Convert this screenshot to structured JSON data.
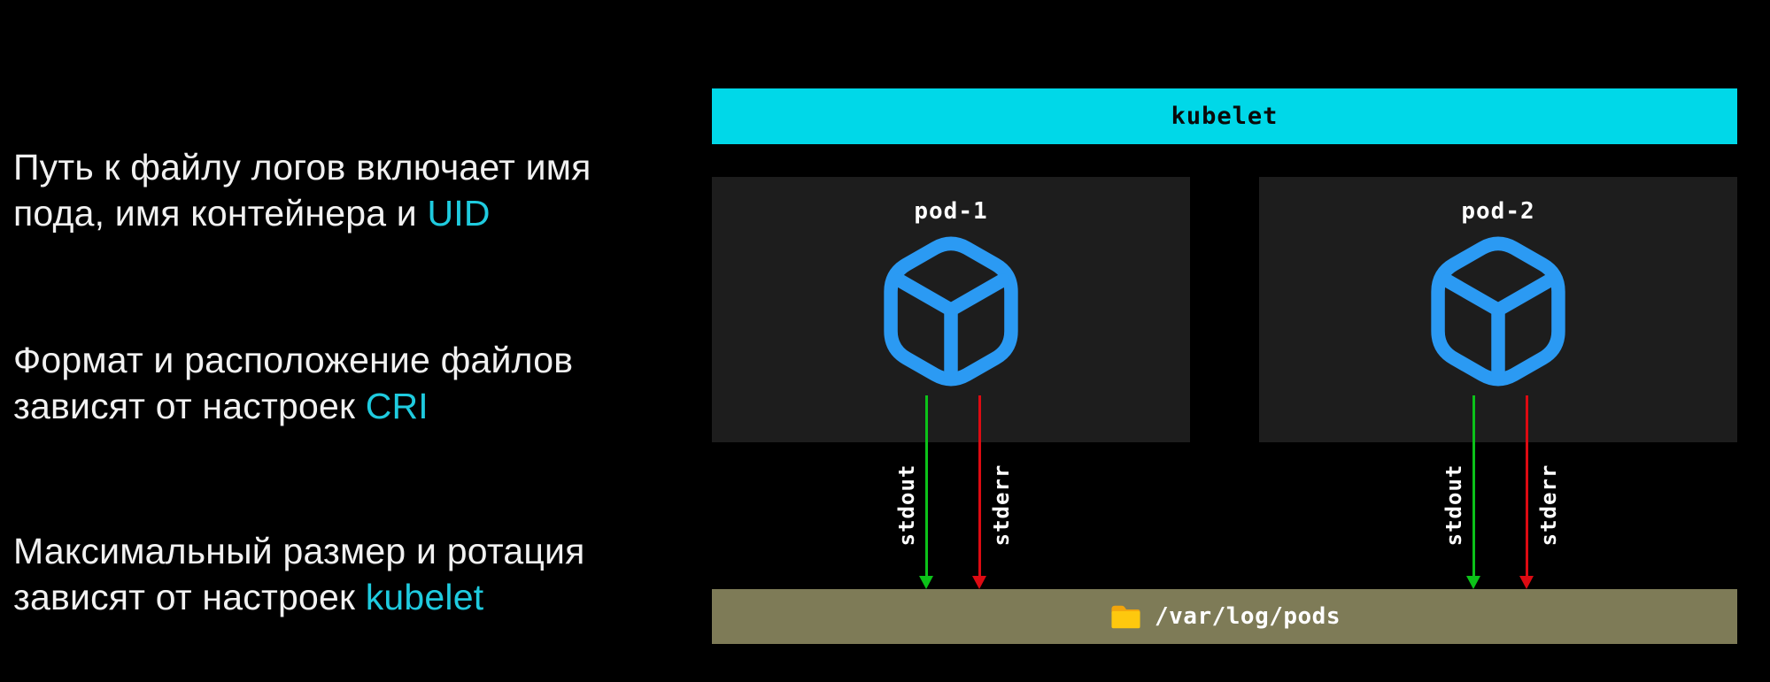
{
  "notes": [
    {
      "line1": "Путь к файлу логов включает имя",
      "line2": "пода, имя контейнера и",
      "accent": "UID"
    },
    {
      "line1": "Формат и расположение файлов",
      "line2": "зависят от настроек",
      "accent": "CRI"
    },
    {
      "line1": "Максимальный размер и ротация",
      "line2": "зависят от настроек",
      "accent": "kubelet"
    }
  ],
  "diagram": {
    "kubelet_label": "kubelet",
    "pods": [
      {
        "name": "pod-1",
        "stdout_label": "stdout",
        "stderr_label": "stderr"
      },
      {
        "name": "pod-2",
        "stdout_label": "stdout",
        "stderr_label": "stderr"
      }
    ],
    "log_dir": "/var/log/pods",
    "icons": {
      "pod": "cube-icon",
      "log_dir": "folder-icon"
    }
  },
  "colors": {
    "cyan": "#00d8e8",
    "accent": "#1fcbdf",
    "blue": "#2b9af3",
    "green": "#0cc219",
    "red": "#dd0a12",
    "olive": "#7e7b57",
    "pod-box": "#1d1d1d"
  }
}
